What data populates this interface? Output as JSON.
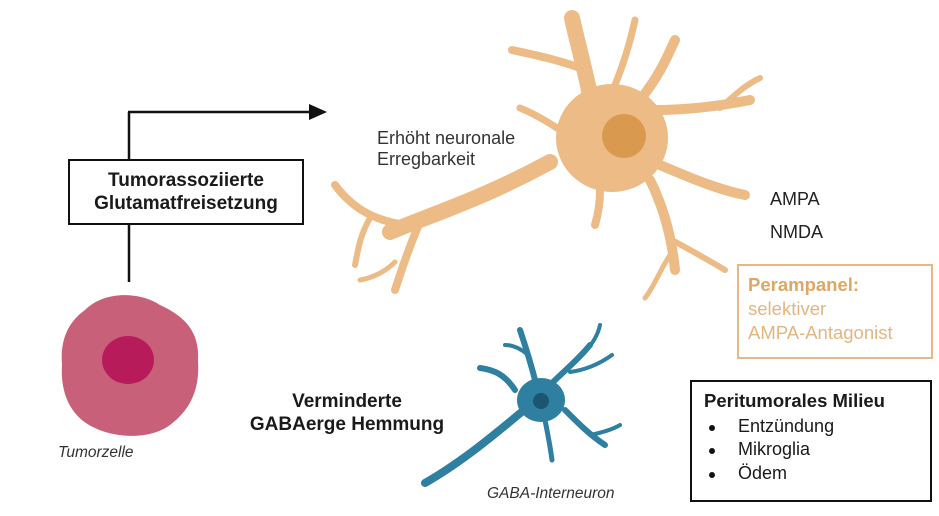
{
  "glutamate_box": {
    "line1": "Tumorassoziierte",
    "line2": "Glutamatfreisetzung"
  },
  "excitability": {
    "line1": "Erhöht neuronale",
    "line2": "Erregbarkeit"
  },
  "receptors": {
    "ampa": "AMPA",
    "nmda": "NMDA"
  },
  "perampanel": {
    "title": "Perampanel:",
    "line1": "selektiver",
    "line2": "AMPA-Antagonist"
  },
  "gaba_inhibition": {
    "line1": "Verminderte",
    "line2": "GABAerge Hemmung"
  },
  "tumor_cell_caption": "Tumorzelle",
  "interneuron_caption": "GABA-Interneuron",
  "milieu": {
    "title": "Peritumorales Milieu",
    "items": [
      "Entzündung",
      "Mikroglia",
      "Ödem"
    ]
  },
  "colors": {
    "neuron": "#ecbb86",
    "neuron_nucleus": "#d99a4f",
    "interneuron": "#2f7fa0",
    "interneuron_nucleus": "#1a5670",
    "tumor_cell": "#c9607a",
    "tumor_nucleus": "#b81b5a",
    "perampanel_text": "#e5b57e"
  }
}
